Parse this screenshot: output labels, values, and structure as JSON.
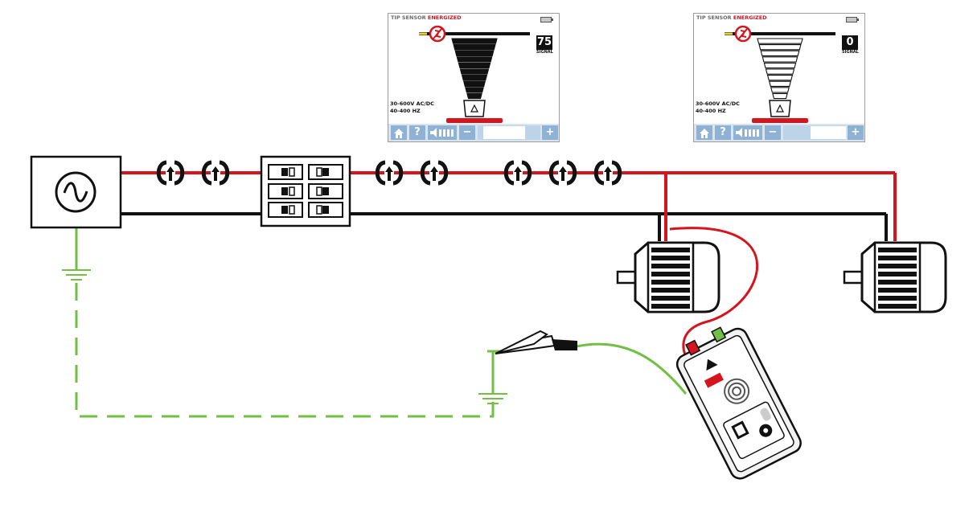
{
  "screens": [
    {
      "title_prefix": "TIP SENSOR",
      "title_status": "ENERGIZED",
      "signal_value": "75",
      "signal_label": "SIGNAL",
      "spec_voltage": "30-600V AC/DC",
      "spec_freq": "40-400 HZ",
      "filled_bars": 10,
      "toolbar": {
        "home": "home-icon",
        "help_label": "?",
        "volume": "volume-icon",
        "minus_label": "−",
        "plus_label": "+"
      }
    },
    {
      "title_prefix": "TIP SENSOR",
      "title_status": "ENERGIZED",
      "signal_value": "0",
      "signal_label": "SIGNAL",
      "spec_voltage": "30-600V AC/DC",
      "spec_freq": "40-400 HZ",
      "filled_bars": 0,
      "toolbar": {
        "home": "home-icon",
        "help_label": "?",
        "volume": "volume-icon",
        "minus_label": "−",
        "plus_label": "+"
      }
    }
  ],
  "colors": {
    "live": "#d6141d",
    "neutral": "#111111",
    "ground": "#72bf44",
    "accent": "#d6141d"
  },
  "components": {
    "source": "ac-source-icon",
    "panel": "breaker-panel",
    "motor": "motor-icon",
    "signal": "signal-coupler-icon",
    "transmitter": "transmitter-device"
  }
}
